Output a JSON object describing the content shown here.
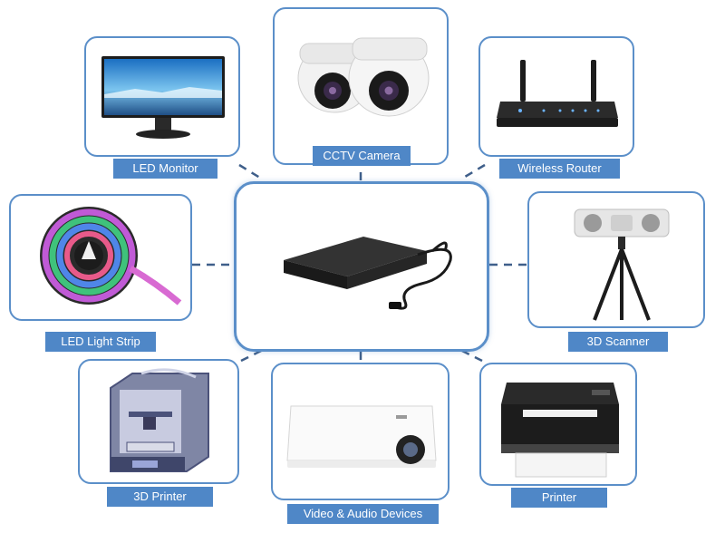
{
  "center": {
    "name": "power-adapter"
  },
  "devices": [
    {
      "id": "led-monitor",
      "label": "LED Monitor"
    },
    {
      "id": "cctv-camera",
      "label": "CCTV Camera"
    },
    {
      "id": "wireless-router",
      "label": "Wireless Router"
    },
    {
      "id": "led-light-strip",
      "label": "LED Light Strip"
    },
    {
      "id": "3d-scanner",
      "label": "3D Scanner"
    },
    {
      "id": "3d-printer",
      "label": "3D Printer"
    },
    {
      "id": "video-audio-devices",
      "label": "Video & Audio Devices"
    },
    {
      "id": "printer",
      "label": "Printer"
    }
  ],
  "colors": {
    "accent": "#4f87c7",
    "border": "#5b8fc9",
    "connector": "#3f5f8a"
  }
}
